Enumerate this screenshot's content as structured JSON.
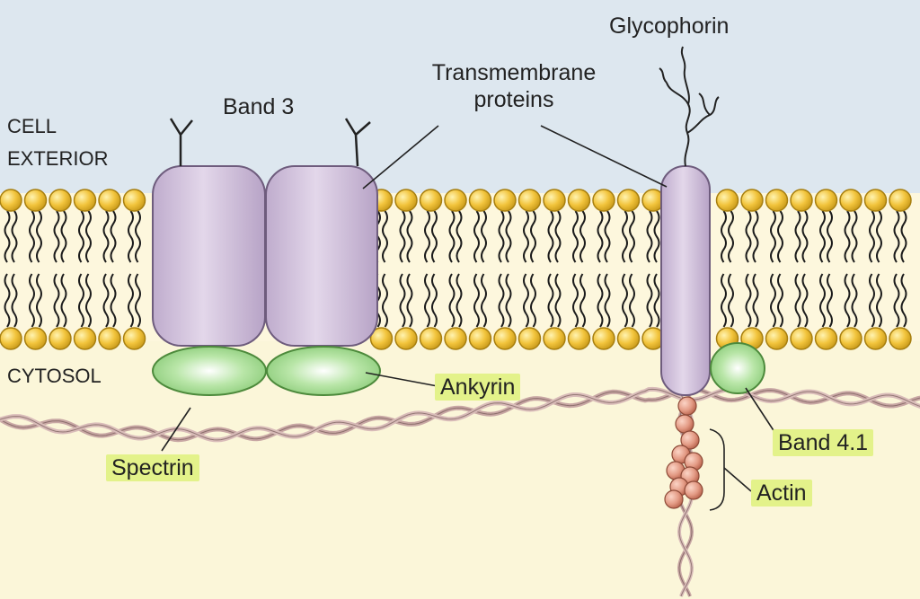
{
  "labels": {
    "cell_exterior": [
      "CELL",
      "EXTERIOR"
    ],
    "cytosol": "CYTOSOL",
    "band3": "Band 3",
    "transmembrane": [
      "Transmembrane",
      "proteins"
    ],
    "glycophorin": "Glycophorin",
    "ankyrin": "Ankyrin",
    "spectrin": "Spectrin",
    "band41": "Band 4.1",
    "actin": "Actin"
  },
  "colors": {
    "exterior_bg": "#dde7ef",
    "cytosol_bg": "#fbf6d9",
    "lipid_head": "#f2c43c",
    "lipid_head_edge": "#a77f10",
    "protein_fill": "#d4c3de",
    "protein_edge": "#6e5c7d",
    "ankyrin_fill": "#a8dc98",
    "spectrin_strand": "#c8a7a4",
    "actin_bead": "#e39a84",
    "label_highlight": "#e3f28a"
  }
}
